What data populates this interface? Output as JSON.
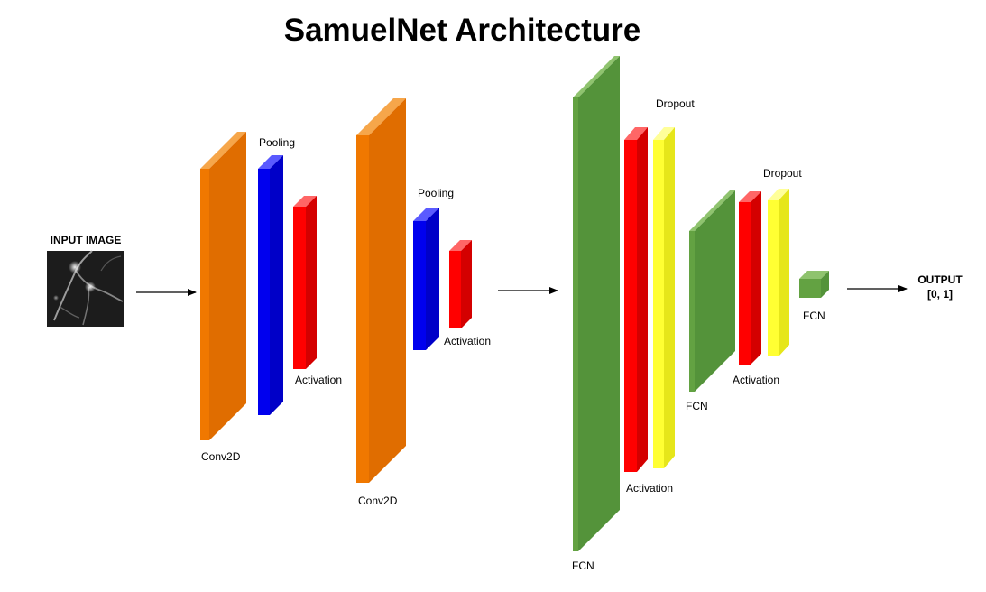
{
  "title": "SamuelNet Architecture",
  "colors": {
    "conv": "#f07800",
    "pool": "#0000ee",
    "activation": "#ff0000",
    "dropout": "#ffff33",
    "fcn": "#63a242",
    "arrow": "#000000"
  },
  "input": {
    "label": "INPUT IMAGE",
    "image": "grayscale-microscopy-thumbnail"
  },
  "output": {
    "line1": "OUTPUT",
    "line2": "[0, 1]"
  },
  "labels": {
    "conv1": "Conv2D",
    "pool1": "Pooling",
    "act1": "Activation",
    "conv2": "Conv2D",
    "pool2": "Pooling",
    "act2": "Activation",
    "fcn1": "FCN",
    "act3": "Activation",
    "drop1": "Dropout",
    "fcn2": "FCN",
    "act4": "Activation",
    "drop2": "Dropout",
    "fcn3": "FCN"
  }
}
